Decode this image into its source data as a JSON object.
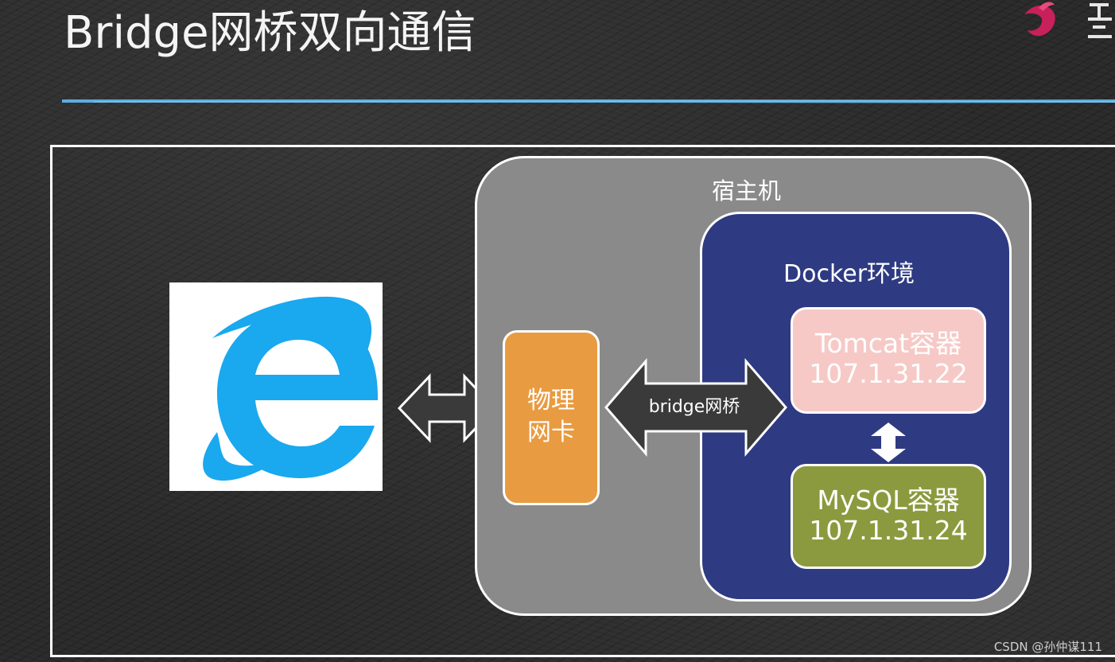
{
  "slide": {
    "title": "Bridge网桥双向通信"
  },
  "diagram": {
    "host_label": "宿主机",
    "docker_label": "Docker环境",
    "nic_line1": "物理",
    "nic_line2": "网卡",
    "bridge_label": "bridge网桥",
    "containers": [
      {
        "name": "Tomcat容器",
        "ip": "107.1.31.22"
      },
      {
        "name": "MySQL容器",
        "ip": "107.1.31.24"
      }
    ],
    "icons": {
      "browser": "internet-explorer-icon",
      "logo": "brand-logo-icon"
    },
    "colors": {
      "host_bg": "#8a8a8a",
      "docker_bg": "#2e3a82",
      "nic_bg": "#e99b41",
      "tomcat_bg": "#f6c9c6",
      "mysql_bg": "#8b9a3e",
      "ie_blue": "#1aa8ef",
      "accent_line": "#5aaee0"
    }
  },
  "watermark": "CSDN @孙仲谋111"
}
